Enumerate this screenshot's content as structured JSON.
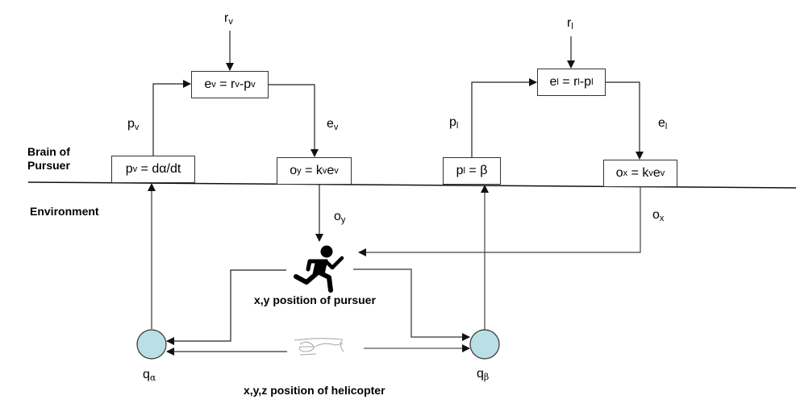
{
  "regions": {
    "brain_label": [
      "Brain of",
      "Pursuer"
    ],
    "environment_label": "Environment"
  },
  "loops": {
    "vertical": {
      "reference": {
        "base": "r",
        "sub": "v"
      },
      "comparator": {
        "lhs_base": "e",
        "lhs_sub": "v",
        "eq": " = ",
        "r_base": "r",
        "r_sub": "v",
        "minus": "-",
        "p_base": "p",
        "p_sub": "v"
      },
      "perception": {
        "base": "p",
        "sub": "v",
        "rhs": " = dα/dt"
      },
      "output": {
        "base": "o",
        "sub": "y",
        "eq": " = ",
        "k_base": "k",
        "k_sub": "v",
        "e_base": "e",
        "e_sub": "v"
      },
      "feedback_signal": {
        "base": "p",
        "sub": "v"
      },
      "error_signal": {
        "base": "e",
        "sub": "v"
      },
      "output_signal": {
        "base": "o",
        "sub": "y"
      }
    },
    "lateral": {
      "reference": {
        "base": "r",
        "sub": "l"
      },
      "comparator": {
        "lhs_base": "e",
        "lhs_sub": "l",
        "eq": " = ",
        "r_base": "r",
        "r_sub": "l",
        "minus": "-",
        "p_base": "p",
        "p_sub": "l"
      },
      "perception": {
        "base": "p",
        "sub": "l",
        "rhs": " = β"
      },
      "output": {
        "base": "o",
        "sub": "x",
        "eq": " = ",
        "k_base": "k",
        "k_sub": "v",
        "e_base": "e",
        "e_sub": "v"
      },
      "feedback_signal": {
        "base": "p",
        "sub": "l"
      },
      "error_signal": {
        "base": "e",
        "sub": "l"
      },
      "output_signal": {
        "base": "o",
        "sub": "x"
      }
    }
  },
  "environment": {
    "pursuer_caption": "x,y position of pursuer",
    "helicopter_caption": "x,y,z position of helicopter",
    "q_alpha": {
      "base": "q",
      "sub": "α"
    },
    "q_beta": {
      "base": "q",
      "sub": "β"
    },
    "pursuer_icon": "running-person-icon",
    "helicopter_icon": "helicopter-icon"
  },
  "colors": {
    "node_fill": "#b9e0e4",
    "line": "#222222"
  }
}
